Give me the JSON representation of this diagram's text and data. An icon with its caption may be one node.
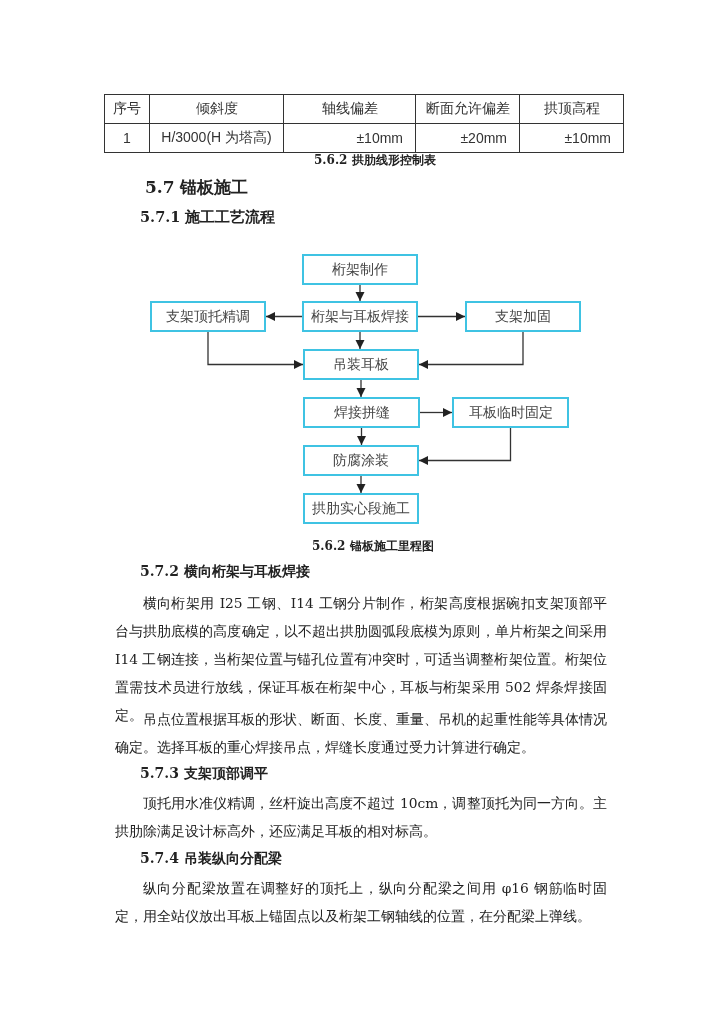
{
  "diagram": {
    "nodes": [
      {
        "text": [
          "桁架制作"
        ]
      },
      {
        "text": [
          "支架顶托精调"
        ]
      },
      {
        "text": [
          "桁架与耳板焊接"
        ]
      },
      {
        "text": [
          "支架加固"
        ]
      },
      {
        "text": [
          "吊装耳板"
        ]
      },
      {
        "text": [
          "焊接拼缝"
        ]
      },
      {
        "text": [
          "耳板临时固定"
        ]
      },
      {
        "text": [
          "防腐涂装"
        ]
      },
      {
        "text": [
          "拱肋实心段施工"
        ]
      }
    ],
    "edges": [
      {
        "from": 0,
        "to": 2,
        "arrow": "to"
      },
      {
        "from": 2,
        "to": 1,
        "arrow": "to"
      },
      {
        "from": 2,
        "to": 3,
        "arrow": "to"
      },
      {
        "from": 2,
        "to": 4,
        "arrow": "to"
      },
      {
        "from": 1,
        "to": 4,
        "arrow": "to"
      },
      {
        "from": 3,
        "to": 4,
        "arrow": "to"
      },
      {
        "from": 4,
        "to": 5,
        "arrow": "to"
      },
      {
        "from": 5,
        "to": 6,
        "arrow": "to"
      },
      {
        "from": 5,
        "to": 7,
        "arrow": "to"
      },
      {
        "from": 6,
        "to": 7,
        "arrow": "to"
      },
      {
        "from": 7,
        "to": 8,
        "arrow": "to"
      }
    ],
    "labels": [
      "序号",
      "倾斜度",
      "轴线偏差",
      "断面允许偏差",
      "拱顶高程",
      "1",
      "H/3000(H 为塔高)",
      "±10mm",
      "±20mm",
      "±10mm",
      "5.6.2 拱肋线形控制表",
      "5.7 锚板施工",
      "5.7.1 施工工艺流程",
      "5.6.2 锚板施工里程图",
      "5.7.2 横向桁架与耳板焊接",
      "横向桁架用 I25 工钢、I14 工钢分片制作，桁架高度根据碗扣支架顶部平台与拱肋底模的高度确定，以不超出拱肋圆弧段底模为原则，单片桁架之间采用 I14 工钢连接，当桁架位置与锚孔位置有冲突时，可适当调整桁架位置。桁架位置需技术员进行放线，保证耳板在桁架中心，耳板与桁架采用 502 焊条焊接固定。",
      "吊点位置根据耳板的形状、断面、长度、重量、吊机的起重性能等具体情况确定。选择耳板的重心焊接吊点，焊缝长度通过受力计算进行确定。",
      "5.7.3 支架顶部调平",
      "顶托用水准仪精调，丝杆旋出高度不超过 10cm，调整顶托为同一方向。主拱肋除满足设计标高外，还应满足耳板的相对标高。",
      "5.7.4 吊装纵向分配梁",
      "纵向分配梁放置在调整好的顶托上，纵向分配梁之间用 φ16 钢筋临时固定，用全站仪放出耳板上锚固点以及桁架工钢轴线的位置，在分配梁上弹线。"
    ]
  }
}
